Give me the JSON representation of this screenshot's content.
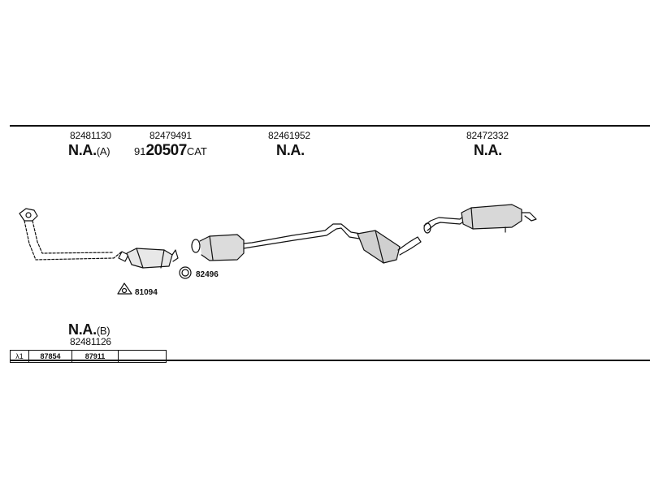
{
  "diagram": {
    "parts": [
      {
        "id": "front-pipe",
        "part_no": "82481130",
        "status": "N.A.",
        "status_suffix": "(A)"
      },
      {
        "id": "catalyst",
        "part_no": "82479491",
        "cat_prefix": "91",
        "cat_code": "20507",
        "cat_suffix": "CAT"
      },
      {
        "id": "middle-silencer",
        "part_no": "82461952",
        "status": "N.A."
      },
      {
        "id": "rear-silencer",
        "part_no": "82472332",
        "status": "N.A."
      }
    ],
    "small_parts": [
      {
        "id": "gasket-triangle",
        "part_no": "81094"
      },
      {
        "id": "gasket-ring",
        "part_no": "82496"
      }
    ],
    "bottom_part": {
      "status": "N.A.",
      "status_suffix": "(B)",
      "part_no": "82481126"
    },
    "ref_table": {
      "symbol": "λ1",
      "cells": [
        "87854",
        "87911",
        ""
      ]
    }
  }
}
